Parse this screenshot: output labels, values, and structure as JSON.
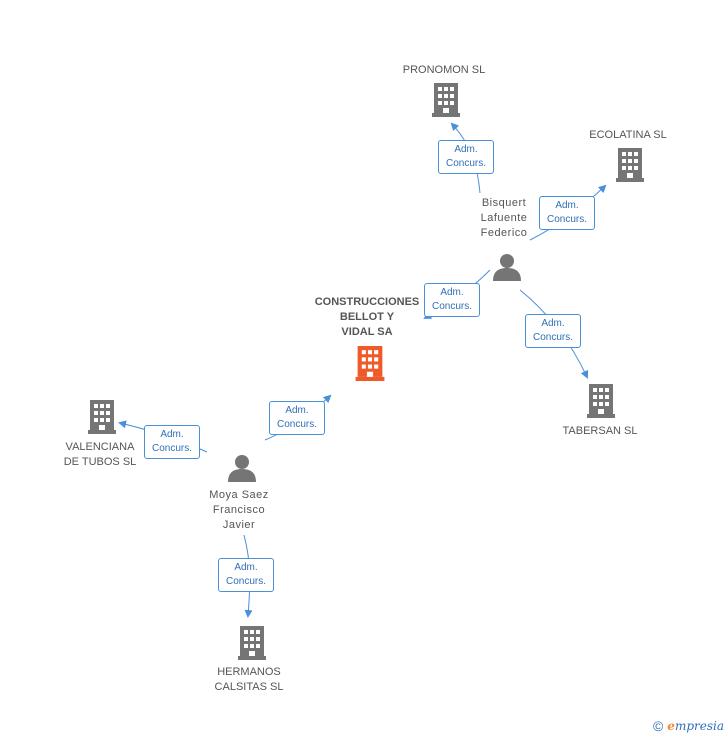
{
  "colors": {
    "company_icon": "#757575",
    "main_company_icon": "#f05a28",
    "person_icon": "#757575",
    "edge_line": "#4a90d9",
    "label_text": "#555555"
  },
  "nodes": {
    "main": {
      "label": "CONSTRUCCIONES\nBELLOT Y\nVIDAL SA",
      "icon": "building-icon"
    },
    "pronomon": {
      "label": "PRONOMON SL",
      "icon": "building-icon"
    },
    "ecolatina": {
      "label": "ECOLATINA SL",
      "icon": "building-icon"
    },
    "tabersan": {
      "label": "TABERSAN SL",
      "icon": "building-icon"
    },
    "valenciana": {
      "label": "VALENCIANA\nDE TUBOS SL",
      "icon": "building-icon"
    },
    "hermanos": {
      "label": "HERMANOS\nCALSITAS SL",
      "icon": "building-icon"
    },
    "bisquert": {
      "label": "Bisquert\nLafuente\nFederico",
      "icon": "person-icon"
    },
    "moya": {
      "label": "Moya Saez\nFrancisco\nJavier",
      "icon": "person-icon"
    }
  },
  "edges": {
    "bisquert_pronomon": "Adm.\nConcurs.",
    "bisquert_ecolatina": "Adm.\nConcurs.",
    "bisquert_main": "Adm.\nConcurs.",
    "bisquert_tabersan": "Adm.\nConcurs.",
    "moya_main": "Adm.\nConcurs.",
    "moya_valenciana": "Adm.\nConcurs.",
    "moya_hermanos": "Adm.\nConcurs."
  },
  "footer": {
    "copyright_symbol": "©",
    "brand_initial": "e",
    "brand_rest": "mpresia"
  }
}
